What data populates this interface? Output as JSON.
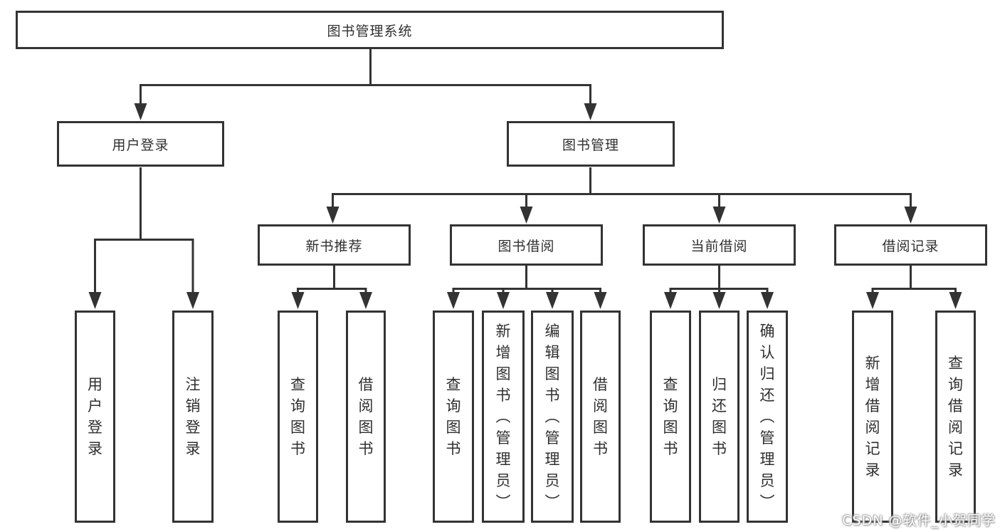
{
  "colors": {
    "line": "#333333",
    "text": "#2f2f2f",
    "box_bg": "#ffffff"
  },
  "diagram": {
    "title": "图书管理系统",
    "root": {
      "label": "图书管理系统"
    },
    "level2": [
      {
        "label": "用户登录"
      },
      {
        "label": "图书管理"
      }
    ],
    "level3": [
      {
        "label": "新书推荐"
      },
      {
        "label": "图书借阅"
      },
      {
        "label": "当前借阅"
      },
      {
        "label": "借阅记录"
      }
    ],
    "leaves": [
      {
        "label": "用户登录"
      },
      {
        "label": "注销登录"
      },
      {
        "label": "查询图书"
      },
      {
        "label": "借阅图书"
      },
      {
        "label": "查询图书"
      },
      {
        "label": "新增图书（管理员）"
      },
      {
        "label": "编辑图书（管理员）"
      },
      {
        "label": "借阅图书"
      },
      {
        "label": "查询图书"
      },
      {
        "label": "归还图书"
      },
      {
        "label": "确认归还（管理员）"
      },
      {
        "label": "新增借阅记录"
      },
      {
        "label": "查询借阅记录"
      }
    ]
  },
  "watermark": {
    "text": "CSDN @软件_小贺同学"
  }
}
